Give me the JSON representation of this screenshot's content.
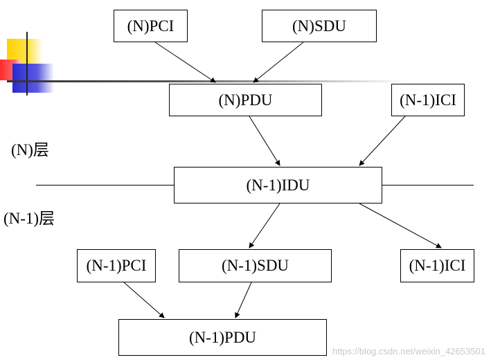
{
  "boxes": {
    "n_pci": "(N)PCI",
    "n_sdu": "(N)SDU",
    "n_pdu": "(N)PDU",
    "n1_ici_top": "(N-1)ICI",
    "n1_idu": "(N-1)IDU",
    "n1_pci": "(N-1)PCI",
    "n1_sdu": "(N-1)SDU",
    "n1_ici_bottom": "(N-1)ICI",
    "n1_pdu": "(N-1)PDU"
  },
  "layers": {
    "upper": "(N)层",
    "lower": "(N-1)层"
  },
  "watermark": "https://blog.csdn.net/weixin_42653501",
  "colors": {
    "deco_yellow": "#ffd700",
    "deco_red": "#ff3333",
    "deco_blue": "#3333cc"
  }
}
